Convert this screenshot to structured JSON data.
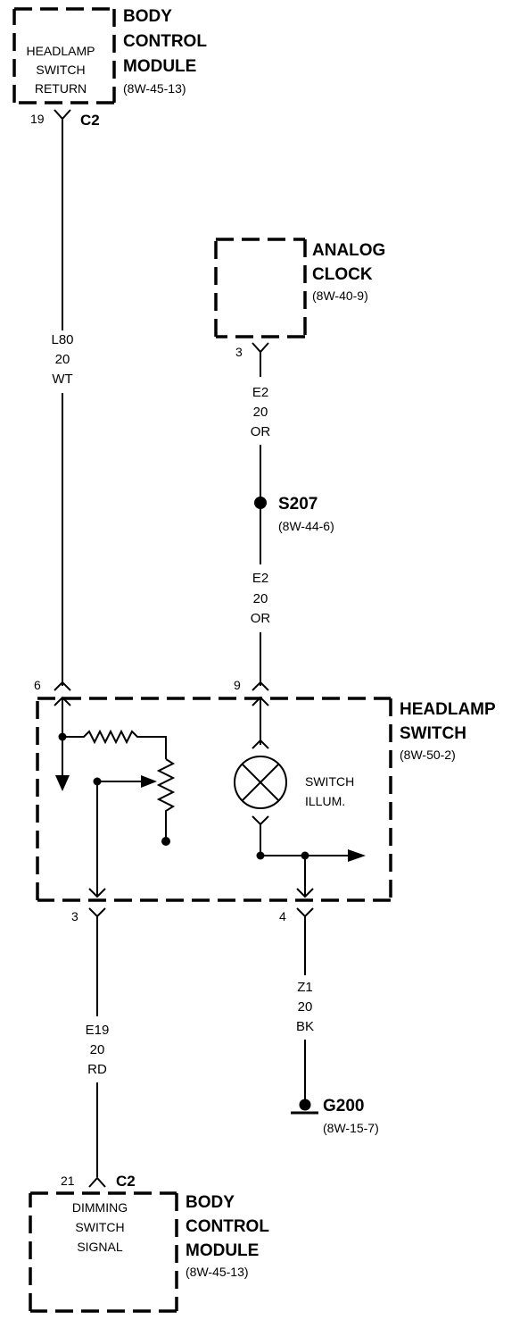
{
  "bcm_top": {
    "title_lines": [
      "BODY",
      "CONTROL",
      "MODULE"
    ],
    "ref": "(8W-45-13)",
    "inner_lines": [
      "HEADLAMP",
      "SWITCH",
      "RETURN"
    ],
    "pin": "19",
    "connector": "C2"
  },
  "wire_l80": {
    "lines": [
      "L80",
      "20",
      "WT"
    ]
  },
  "analog_clock": {
    "title_lines": [
      "ANALOG",
      "CLOCK"
    ],
    "ref": "(8W-40-9)",
    "pin": "3"
  },
  "wire_e2_upper": {
    "lines": [
      "E2",
      "20",
      "OR"
    ]
  },
  "splice": {
    "name": "S207",
    "ref": "(8W-44-6)"
  },
  "wire_e2_lower": {
    "lines": [
      "E2",
      "20",
      "OR"
    ]
  },
  "headlamp_switch": {
    "title_lines": [
      "HEADLAMP",
      "SWITCH"
    ],
    "ref": "(8W-50-2)",
    "pin_left_top": "6",
    "pin_right_top": "9",
    "pin_left_bottom": "3",
    "pin_right_bottom": "4",
    "lamp_label_lines": [
      "SWITCH",
      "ILLUM."
    ]
  },
  "wire_z1": {
    "lines": [
      "Z1",
      "20",
      "BK"
    ]
  },
  "ground": {
    "name": "G200",
    "ref": "(8W-15-7)"
  },
  "wire_e19": {
    "lines": [
      "E19",
      "20",
      "RD"
    ]
  },
  "bcm_bottom": {
    "title_lines": [
      "BODY",
      "CONTROL",
      "MODULE"
    ],
    "ref": "(8W-45-13)",
    "inner_lines": [
      "DIMMING",
      "SWITCH",
      "SIGNAL"
    ],
    "pin": "21",
    "connector": "C2"
  }
}
